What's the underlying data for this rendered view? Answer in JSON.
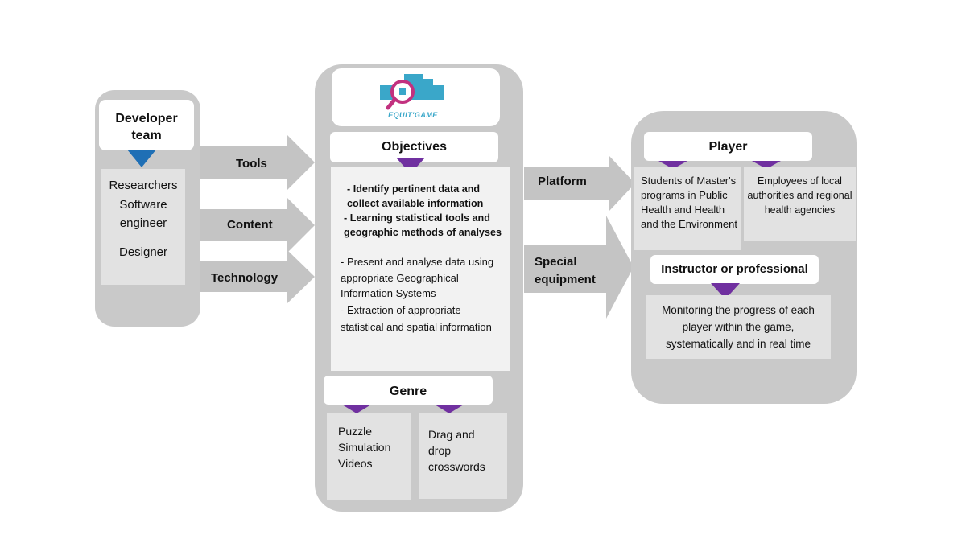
{
  "colors": {
    "panel": "#c9c9c9",
    "arrow": "#c4c4c4",
    "marker": "#7030a0",
    "marker_left": "#1f6fb5"
  },
  "developer": {
    "title": "Developer team",
    "roles": [
      "Researchers",
      "Software engineer",
      "Designer"
    ]
  },
  "flows_left": [
    "Tools",
    "Content",
    "Technology"
  ],
  "logo": {
    "text": "EQUIT'GAME",
    "icon": "magnifier-house-icon"
  },
  "objectives": {
    "title": "Objectives",
    "items": [
      "- Identify pertinent data and collect available information",
      "- Learning statistical tools and geographic methods of analyses",
      "- Present and analyse data using appropriate Geographical Information Systems",
      "- Extraction of appropriate statistical and spatial information"
    ]
  },
  "genre": {
    "title": "Genre",
    "col1": [
      "Puzzle",
      "Simulation",
      "Videos"
    ],
    "col2": [
      "Drag and",
      "drop",
      "crosswords"
    ]
  },
  "flows_right": [
    "Platform",
    "Special equipment"
  ],
  "player": {
    "title": "Player",
    "students": "Students of Master's programs in Public Health and Health and the Environment",
    "employees": "Employees of local authorities and regional health agencies"
  },
  "instructor": {
    "title": "Instructor or professional",
    "text": "Monitoring the progress of each player within the game, systematically and in real time"
  }
}
